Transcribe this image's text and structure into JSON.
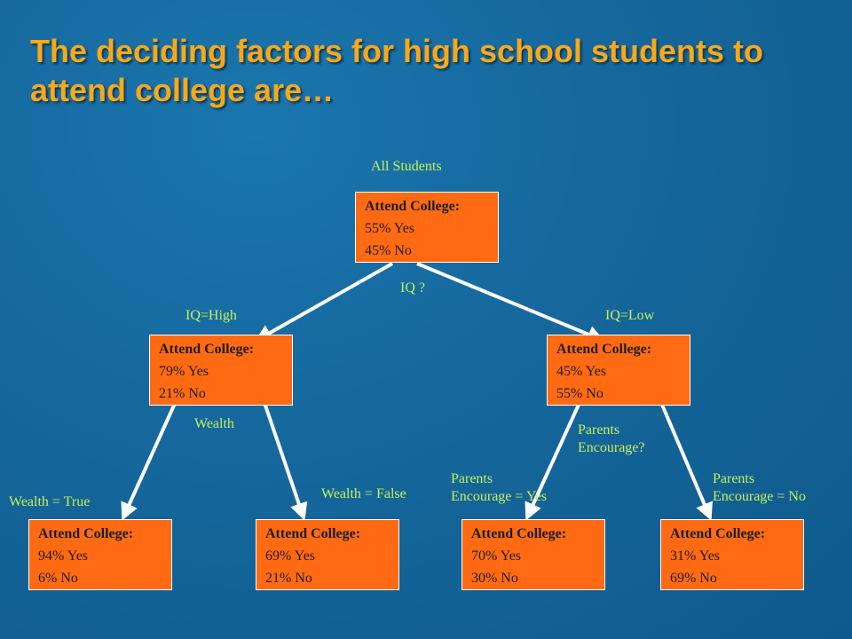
{
  "title": "The deciding factors for high school students to attend college are…",
  "root_label": "All Students",
  "nodes": {
    "root": {
      "header": "Attend College:",
      "yes": "55% Yes",
      "no": "45% No"
    },
    "high": {
      "header": "Attend College:",
      "yes": "79% Yes",
      "no": "21% No"
    },
    "low": {
      "header": "Attend College:",
      "yes": "45% Yes",
      "no": "55% No"
    },
    "wtrue": {
      "header": "Attend College:",
      "yes": "94% Yes",
      "no": "6% No"
    },
    "wfalse": {
      "header": "Attend College:",
      "yes": "69% Yes",
      "no": "21% No"
    },
    "pyes": {
      "header": "Attend College:",
      "yes": "70% Yes",
      "no": "30% No"
    },
    "pno": {
      "header": "Attend College:",
      "yes": "31% Yes",
      "no": "69% No"
    }
  },
  "labels": {
    "iq_question": "IQ ?",
    "iq_high": "IQ=High",
    "iq_low": "IQ=Low",
    "wealth_question": "Wealth",
    "wealth_true": "Wealth = True",
    "wealth_false": "Wealth = False",
    "parents_question_1": "Parents",
    "parents_question_2": "Encourage?",
    "parents_yes_1": "Parents",
    "parents_yes_2": "Encourage = Yes",
    "parents_no_1": "Parents",
    "parents_no_2": "Encourage = No"
  },
  "colors": {
    "background": "#15679c",
    "title": "#f7a81b",
    "label": "#c6f05a",
    "node_fill": "#ff6a13",
    "edge": "#ffffff"
  }
}
